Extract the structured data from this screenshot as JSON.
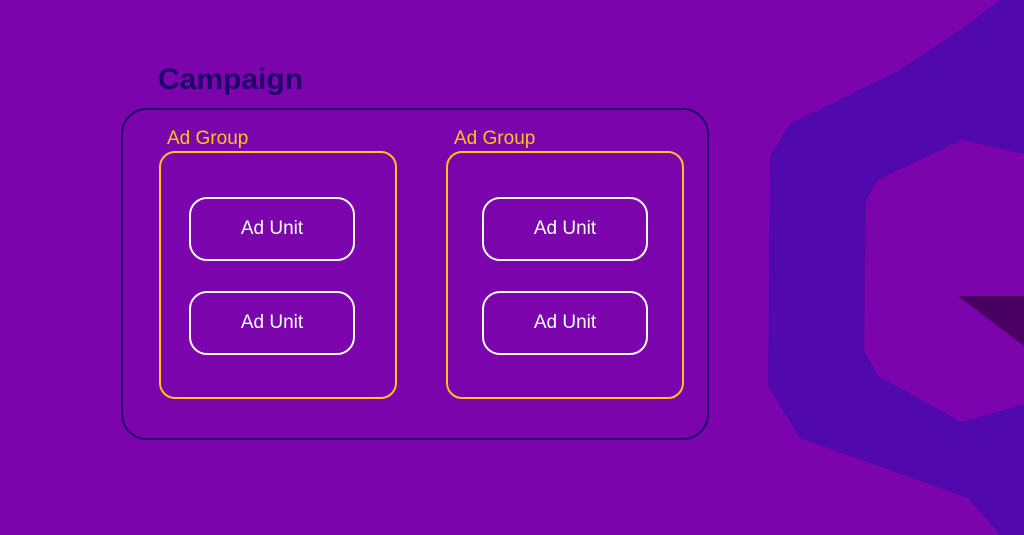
{
  "diagram": {
    "campaign": {
      "label": "Campaign",
      "border_color": "#22006a"
    },
    "ad_groups": [
      {
        "label": "Ad Group",
        "units": [
          {
            "label": "Ad Unit"
          },
          {
            "label": "Ad Unit"
          }
        ]
      },
      {
        "label": "Ad Group",
        "units": [
          {
            "label": "Ad Unit"
          },
          {
            "label": "Ad Unit"
          }
        ]
      }
    ]
  },
  "colors": {
    "background": "#7b04ad",
    "ad_group_accent": "#ffc21b",
    "ad_unit_border": "#ffffff",
    "decorative_shape": "#5108ad",
    "decorative_shape_dark": "#4a0062"
  },
  "decoration": {
    "icon": "hexagon-logo-icon"
  }
}
